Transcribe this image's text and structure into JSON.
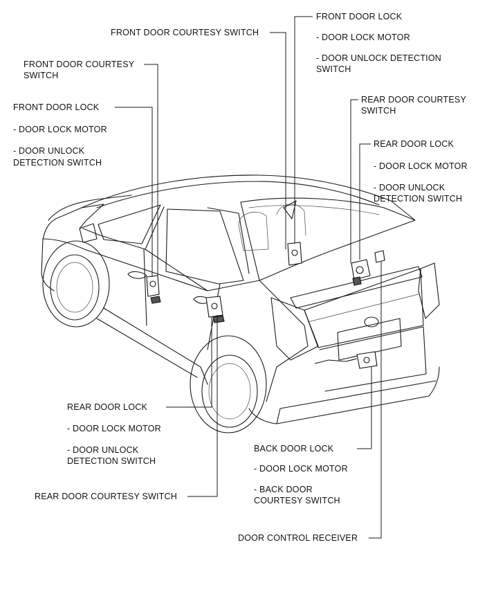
{
  "labels": {
    "top_center_front_courtesy": "FRONT DOOR COURTESY SWITCH",
    "top_right_front_lock": {
      "title": "FRONT DOOR LOCK",
      "line1": "- DOOR LOCK MOTOR",
      "line2a": "- DOOR UNLOCK DETECTION",
      "line2b": "SWITCH"
    },
    "left_front_courtesy": {
      "line1": "FRONT DOOR COURTESY",
      "line2": "SWITCH"
    },
    "left_front_lock": {
      "title": "FRONT DOOR LOCK",
      "line1": "- DOOR LOCK MOTOR",
      "line2a": "- DOOR UNLOCK",
      "line2b": "DETECTION SWITCH"
    },
    "right_rear_courtesy": {
      "line1": "REAR DOOR COURTESY",
      "line2": "SWITCH"
    },
    "right_rear_lock": {
      "title": "REAR DOOR LOCK",
      "line1": "- DOOR LOCK MOTOR",
      "line2a": "- DOOR UNLOCK",
      "line2b": "DETECTION SWITCH"
    },
    "bottom_left_rear_lock": {
      "title": "REAR DOOR LOCK",
      "line1": "- DOOR LOCK MOTOR",
      "line2a": "- DOOR UNLOCK",
      "line2b": "DETECTION SWITCH"
    },
    "bottom_left_rear_courtesy": "REAR DOOR COURTESY SWITCH",
    "bottom_right_back_lock": {
      "title": "BACK DOOR LOCK",
      "line1": "- DOOR LOCK MOTOR",
      "line2a": "- BACK DOOR",
      "line2b": "COURTESY SWITCH"
    },
    "bottom_right_receiver": "DOOR CONTROL RECEIVER"
  }
}
